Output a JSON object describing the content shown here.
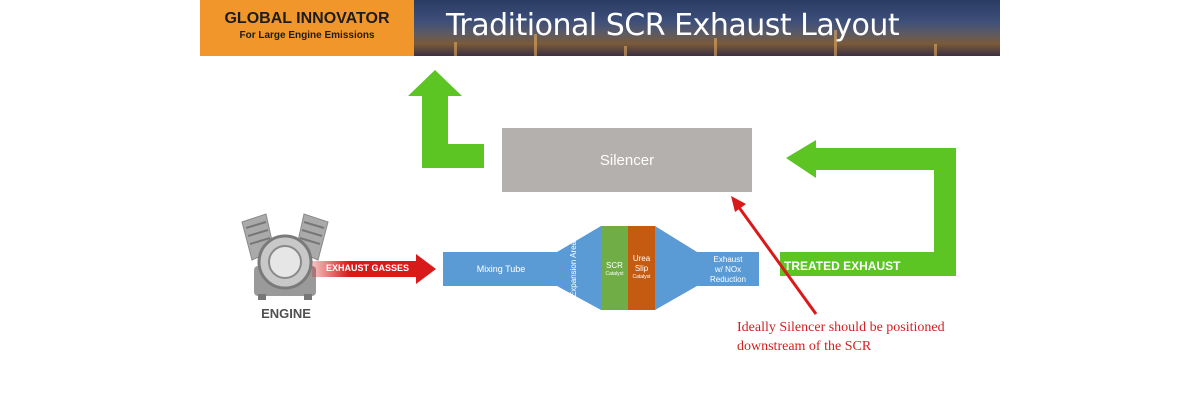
{
  "header": {
    "brand_title": "GLOBAL INNOVATOR",
    "brand_subtitle": "For Large Engine Emissions",
    "title": "Traditional SCR Exhaust Layout"
  },
  "diagram": {
    "silencer": "Silencer",
    "engine_label": "ENGINE",
    "exhaust_gasses_label": "EXHAUST GASSES",
    "treated_exhaust_label": "TREATED EXHAUST",
    "mixing_tube": "Mixing Tube",
    "expansion_area": "Expansion Area",
    "scr": "SCR",
    "scr_sub": "Catalyst",
    "urea_slip": "Urea Slip",
    "urea_slip_sub": "Catalyst",
    "exhaust_out_line1": "Exhaust",
    "exhaust_out_line2": "w/ NOx",
    "exhaust_out_line3": "Reduction",
    "note": "Ideally Silencer should be positioned downstream of the SCR"
  },
  "colors": {
    "brand_orange": "#f0962a",
    "arrow_green": "#5cc423",
    "arrow_red": "#d81a1a",
    "tube_blue": "#5b9bd5",
    "scr_green": "#70ad47",
    "urea_orange": "#c55a11",
    "silencer_gray": "#b3b0ae",
    "note_red": "#d21f1f"
  }
}
